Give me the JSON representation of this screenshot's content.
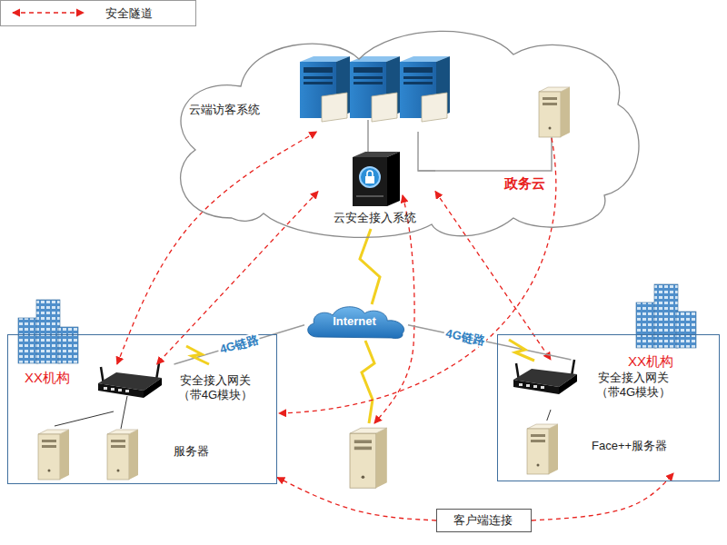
{
  "diagram": {
    "nodes": [
      {
        "text": [
          "政务云"
        ]
      },
      {
        "text": [
          "云端访客系统"
        ],
        "in": 0
      },
      {
        "text": [
          "云安全接入系统"
        ],
        "in": 0
      },
      {
        "text": [
          "Internet"
        ]
      },
      {
        "text": [
          "XX机构"
        ]
      },
      {
        "text": [
          "安全接入网关（带4G模块）"
        ],
        "in": 4
      },
      {
        "text": [
          "服务器"
        ],
        "in": 4
      },
      {
        "text": [
          "XX机构"
        ]
      },
      {
        "text": [
          "安全接入网关（带4G模块）"
        ],
        "in": 7
      },
      {
        "text": [
          "Face++服务器"
        ],
        "in": 7
      },
      {
        "text": [
          "客户端连接"
        ]
      }
    ],
    "edges": [
      {
        "from": 5,
        "to": 1,
        "arrow": "both"
      },
      {
        "from": 2,
        "to": 5,
        "arrow": "both"
      },
      {
        "from": 2,
        "to": 8,
        "arrow": "both"
      },
      {
        "from": 3,
        "to": 2,
        "arrow": "none"
      },
      {
        "from": 3,
        "to": 5,
        "arrow": "none",
        "label": "4G链路"
      },
      {
        "from": 3,
        "to": 8,
        "arrow": "none",
        "label": "4G链路"
      },
      {
        "from": 5,
        "to": 6,
        "arrow": "none"
      },
      {
        "from": 8,
        "to": 9,
        "arrow": "none"
      },
      {
        "from": 1,
        "to": 2,
        "arrow": "none"
      },
      {
        "from": 10,
        "to": 4,
        "arrow": "to"
      },
      {
        "from": 10,
        "to": 9,
        "arrow": "to"
      }
    ],
    "legend": [
      {
        "text": "安全隧道"
      }
    ]
  }
}
